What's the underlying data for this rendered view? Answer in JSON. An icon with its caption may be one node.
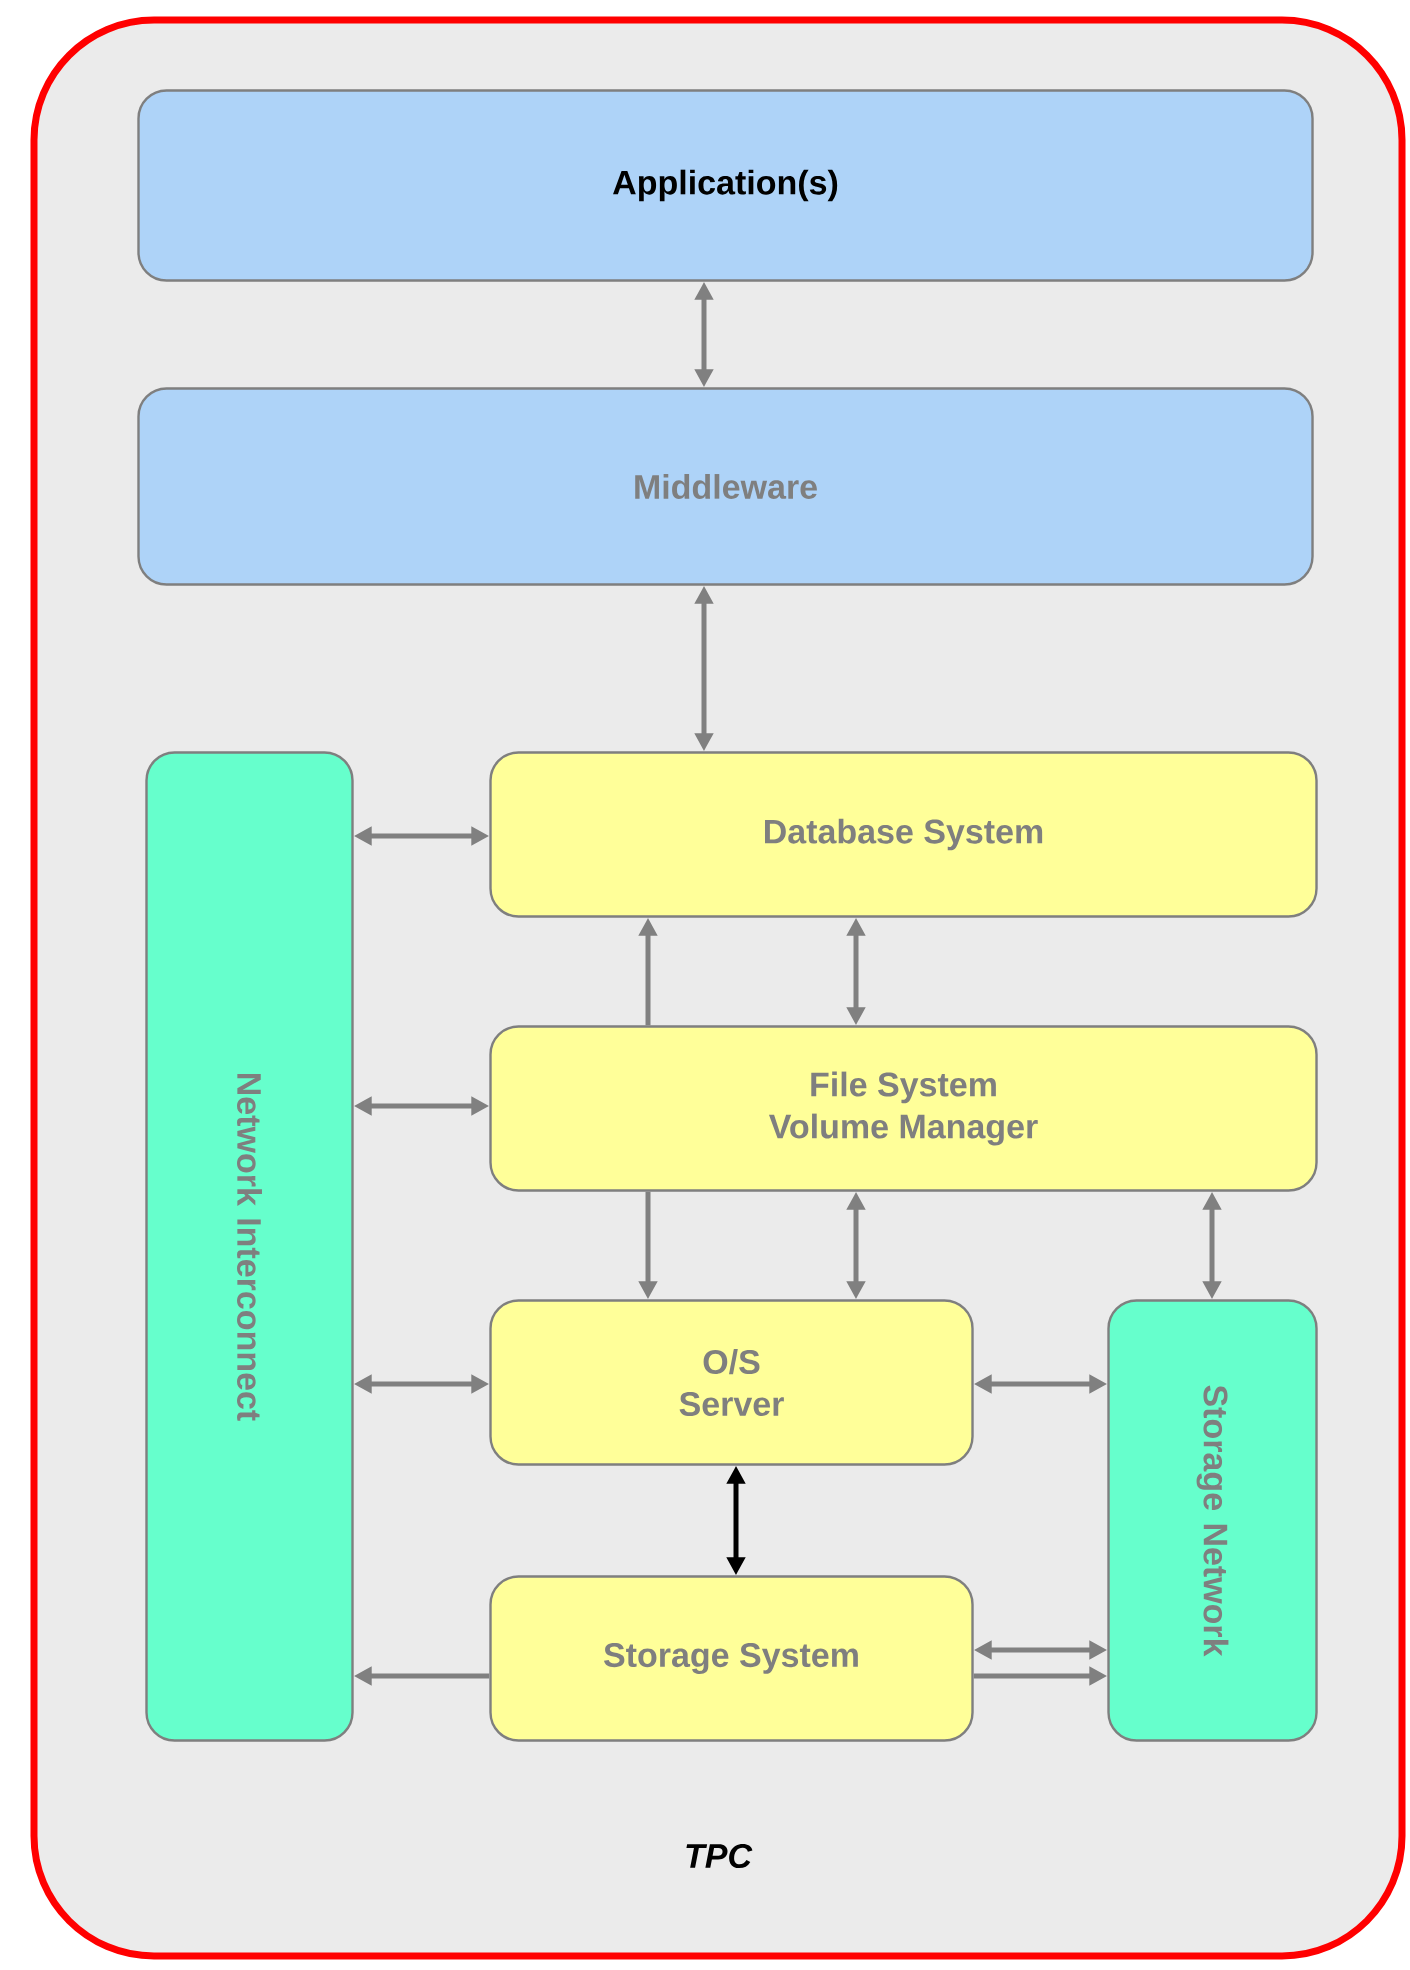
{
  "diagram": {
    "nodes": [
      {
        "text": [
          "TPC"
        ]
      },
      {
        "text": [
          "Application(s)"
        ],
        "in": 0
      },
      {
        "text": [
          "Middleware"
        ],
        "in": 0
      },
      {
        "text": [
          "Network Interconnect"
        ],
        "in": 0
      },
      {
        "text": [
          "Database System"
        ],
        "in": 0
      },
      {
        "text": [
          "File System",
          "Volume Manager"
        ],
        "in": 0
      },
      {
        "text": [
          "O/S",
          "Server"
        ],
        "in": 0
      },
      {
        "text": [
          "Storage Network"
        ],
        "in": 0
      },
      {
        "text": [
          "Storage System"
        ],
        "in": 0
      }
    ],
    "edges": [
      {
        "from": 1,
        "to": 2,
        "arrow": "both"
      },
      {
        "from": 2,
        "to": 4,
        "arrow": "both"
      },
      {
        "from": 3,
        "to": 4,
        "arrow": "both"
      },
      {
        "from": 5,
        "to": 4,
        "arrow": "to"
      },
      {
        "from": 4,
        "to": 5,
        "arrow": "both"
      },
      {
        "from": 3,
        "to": 5,
        "arrow": "both"
      },
      {
        "from": 5,
        "to": 6,
        "arrow": "to"
      },
      {
        "from": 5,
        "to": 6,
        "arrow": "both"
      },
      {
        "from": 5,
        "to": 7,
        "arrow": "both"
      },
      {
        "from": 3,
        "to": 6,
        "arrow": "both"
      },
      {
        "from": 6,
        "to": 7,
        "arrow": "both"
      },
      {
        "from": 6,
        "to": 8,
        "arrow": "both",
        "color": "#000000"
      },
      {
        "from": 8,
        "to": 3,
        "arrow": "to"
      },
      {
        "from": 8,
        "to": 7,
        "arrow": "both"
      },
      {
        "from": 8,
        "to": 7,
        "arrow": "to"
      }
    ]
  }
}
